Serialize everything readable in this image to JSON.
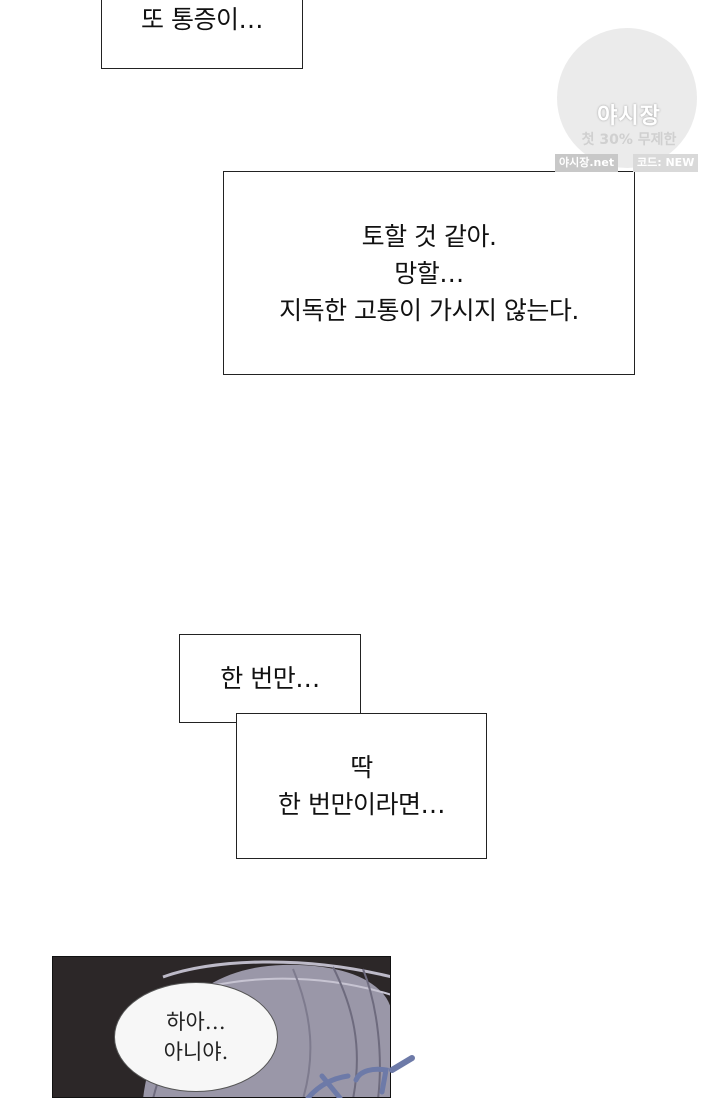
{
  "captions": {
    "box1": {
      "line1": "또 통증이…"
    },
    "box2": {
      "line1": "토할 것 같아.",
      "line2": "망할…",
      "line3": "지독한 고통이 가시지 않는다."
    },
    "box3a": {
      "line1": "한 번만…"
    },
    "box3b": {
      "line1": "딱",
      "line2": "한 번만이라면…"
    }
  },
  "panel": {
    "bubble": {
      "line1": "하아…",
      "line2": "아니야."
    },
    "sfx_color": "#6d7aa8"
  },
  "watermark": {
    "name": "야시장",
    "promo": "첫 30% 무제한",
    "site": "야시장.net",
    "code": "코드: NEW"
  },
  "colors": {
    "page_bg": "#ffffff",
    "caption_border": "#222222",
    "panel_bg": "#2c2728",
    "hair": "#8f8fa3"
  }
}
